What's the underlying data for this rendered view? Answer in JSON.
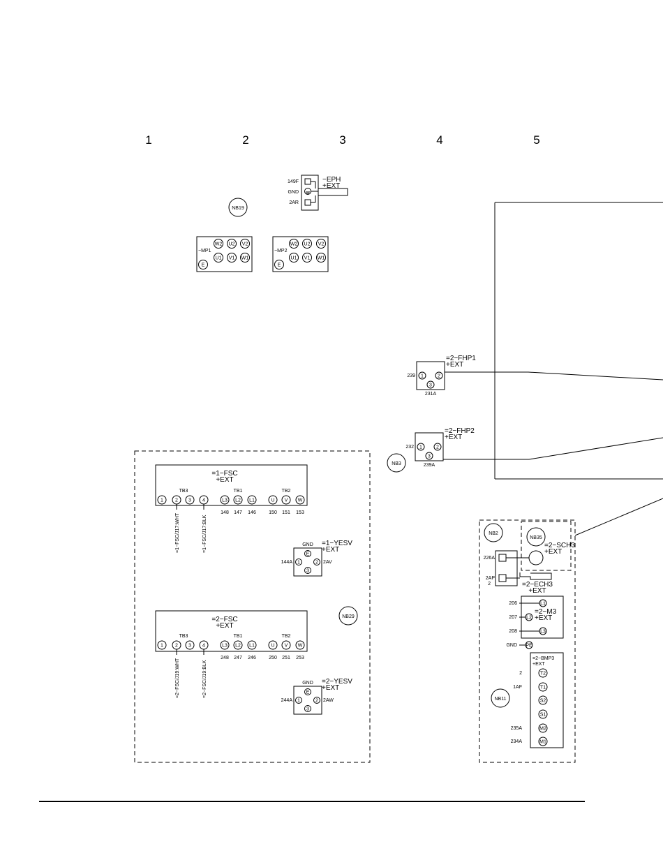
{
  "columns": [
    "1",
    "2",
    "3",
    "4",
    "5"
  ],
  "eph": {
    "name": "−EPH",
    "loc": "+EXT",
    "terminals": [
      "149F",
      "GND",
      "2AR"
    ]
  },
  "nodes": {
    "nb19": "NB19",
    "nb3": "NB3",
    "nb2": "NB2",
    "nb35": "NB35",
    "nb29": "NB29",
    "nb11": "NB11"
  },
  "mp1": {
    "name": "−MP1",
    "pins_top": [
      "W2",
      "U2",
      "V2"
    ],
    "pins_bottom": [
      "U1",
      "V1",
      "W1"
    ],
    "earth": "E"
  },
  "mp2": {
    "name": "−MP2",
    "pins_top": [
      "W2",
      "U2",
      "V2"
    ],
    "pins_bottom": [
      "U1",
      "V1",
      "W1"
    ],
    "earth": "E"
  },
  "fhp1": {
    "name": "=2−FHP1",
    "loc": "+EXT",
    "pins": [
      "1",
      "2",
      "3"
    ],
    "wire_left": "239",
    "wire_bottom": "231A"
  },
  "fhp2": {
    "name": "=2−FHP2",
    "loc": "+EXT",
    "pins": [
      "1",
      "2",
      "3"
    ],
    "wire_left": "232",
    "wire_bottom": "239A"
  },
  "fsc1": {
    "name": "=1−FSC",
    "loc": "+EXT",
    "tb3": "TB3",
    "tb1": "TB1",
    "tb2": "TB2",
    "pins": [
      "1",
      "2",
      "3",
      "4",
      "L3",
      "L2",
      "L1",
      "U",
      "V",
      "W"
    ],
    "wires": [
      "148",
      "147",
      "146",
      "150",
      "151",
      "153"
    ],
    "vert_labels": [
      "=1−FSC/J17:WHT",
      "=1−FSC/J17:BLK"
    ]
  },
  "yesv1": {
    "name": "=1−YESV",
    "loc": "+EXT",
    "gnd": "GND",
    "earth": "E",
    "pins": [
      "1",
      "2",
      "3"
    ],
    "wire_left": "144A",
    "wire_right": "2AV"
  },
  "fsc2": {
    "name": "=2−FSC",
    "loc": "+EXT",
    "tb3": "TB3",
    "tb1": "TB1",
    "tb2": "TB2",
    "pins": [
      "1",
      "2",
      "3",
      "4",
      "L3",
      "L2",
      "L1",
      "U",
      "V",
      "W"
    ],
    "wires": [
      "248",
      "247",
      "246",
      "250",
      "251",
      "253"
    ],
    "vert_labels": [
      "=2−FSC/J19:WHT",
      "=2−FSC/J19:BLK"
    ]
  },
  "yesv2": {
    "name": "=2−YESV",
    "loc": "+EXT",
    "gnd": "GND",
    "earth": "E",
    "pins": [
      "1",
      "2",
      "3"
    ],
    "wire_left": "244A",
    "wire_right": "2AW"
  },
  "sch3": {
    "name": "=2−SCH3",
    "loc": "+EXT"
  },
  "ech3": {
    "name": "=2−ECH3",
    "loc": "+EXT",
    "wires": [
      "226A",
      "2AP",
      "2"
    ]
  },
  "m3": {
    "name": "=2−M3",
    "loc": "+EXT",
    "pins": [
      "L1",
      "L2",
      "L3",
      "PE"
    ],
    "wires": [
      "206",
      "207",
      "208",
      "GND"
    ]
  },
  "bmp3": {
    "name": "=2−BMP3",
    "loc": "+EXT",
    "pins": [
      "T2",
      "T1",
      "S2",
      "S1",
      "M2",
      "M1"
    ],
    "wires": [
      "2",
      "1AF",
      "",
      "",
      "235A",
      "234A"
    ]
  }
}
